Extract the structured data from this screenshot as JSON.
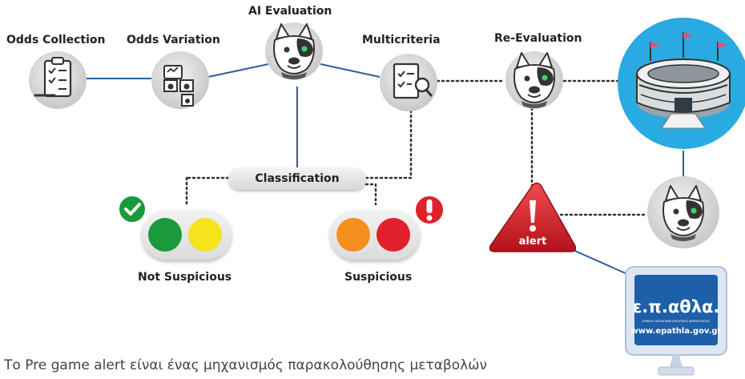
{
  "steps": {
    "odds_collection": "Odds Collection",
    "odds_variation": "Odds Variation",
    "ai_evaluation": "AI Evaluation",
    "multicriteria": "Multicriteria",
    "re_evaluation": "Re-Evaluation"
  },
  "classification": {
    "label": "Classification",
    "not_suspicious": "Not Suspicious",
    "suspicious": "Suspicious"
  },
  "alert": {
    "label": "alert"
  },
  "logo": {
    "brand": "ε.π.αθλα.",
    "small_text": "ΕΘΝΙΚΗ ΠΛΑΤΦΟΡΜΑ ΑΘΛΗΤΙΚΗΣ ΑΚΕΡΑΙΟΤΗΤΑΣ",
    "url": "www.epathla.gov.gr"
  },
  "description": "Το Pre game alert είναι ένας μηχανισμός παρακολούθησης μεταβολών",
  "colors": {
    "connector": "#2f5f9e",
    "stadium_bg": "#29aae1",
    "green": "#1a9a3a",
    "yellow": "#f5e31c",
    "orange": "#f5901e",
    "red": "#e0202a",
    "monitor_blue": "#1d5fa8"
  },
  "icons": [
    "clipboard-checklist-icon",
    "jars-chart-icon",
    "bulldog-robot-icon",
    "document-magnifier-icon",
    "stadium-icon",
    "warning-triangle-icon",
    "monitor-icon",
    "checkmark-icon",
    "exclamation-icon"
  ]
}
